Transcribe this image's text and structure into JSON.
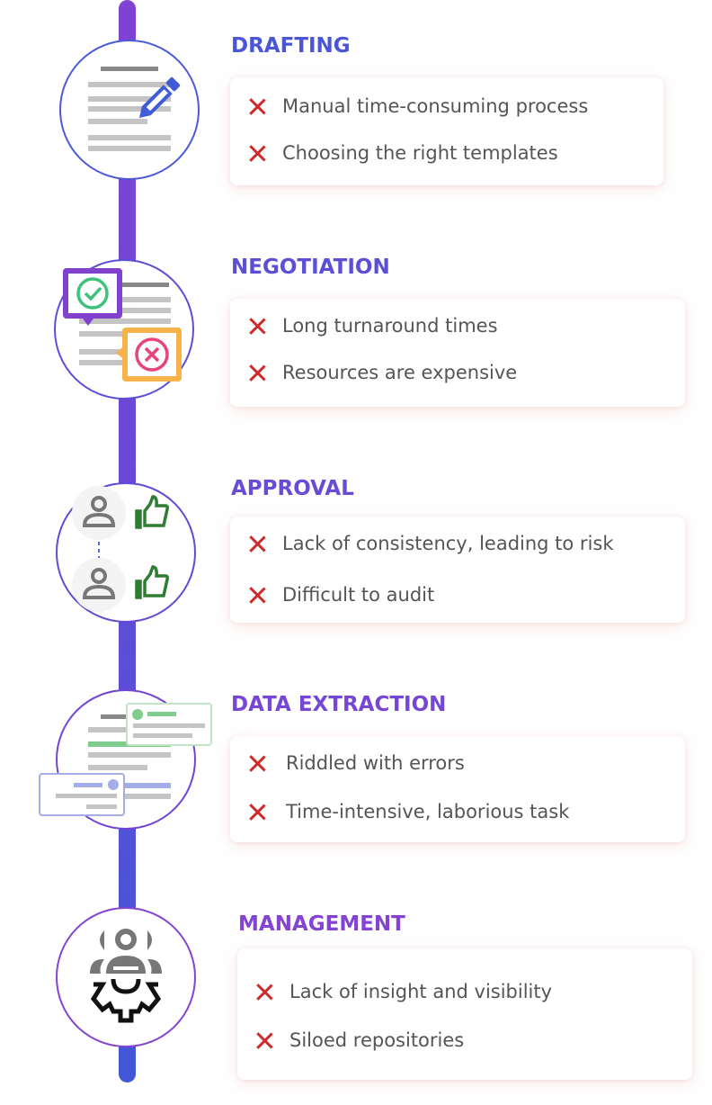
{
  "colors": {
    "timeline_top": "#8142d2",
    "timeline_bottom": "#4257d8",
    "cross_icon": "#cf2a2a",
    "item_text": "#555555"
  },
  "stages": [
    {
      "title": "DRAFTING",
      "title_color": "#4a56d6",
      "icon": "document-pencil-icon",
      "items": [
        "Manual time-consuming process",
        "Choosing the right templates"
      ]
    },
    {
      "title": "NEGOTIATION",
      "title_color": "#5b4fd6",
      "icon": "document-approve-reject-icon",
      "items": [
        "Long turnaround times",
        "Resources are expensive"
      ]
    },
    {
      "title": "APPROVAL",
      "title_color": "#6a4bd6",
      "icon": "users-thumbs-up-icon",
      "items": [
        "Lack of consistency, leading to risk",
        "Difficult to audit"
      ]
    },
    {
      "title": "DATA EXTRACTION",
      "title_color": "#7647d6",
      "icon": "document-data-cards-icon",
      "items": [
        "Riddled with errors",
        "Time-intensive, laborious task"
      ]
    },
    {
      "title": "MANAGEMENT",
      "title_color": "#8443d2",
      "icon": "team-gear-icon",
      "items": [
        "Lack of insight and visibility",
        "Siloed repositories"
      ]
    }
  ]
}
